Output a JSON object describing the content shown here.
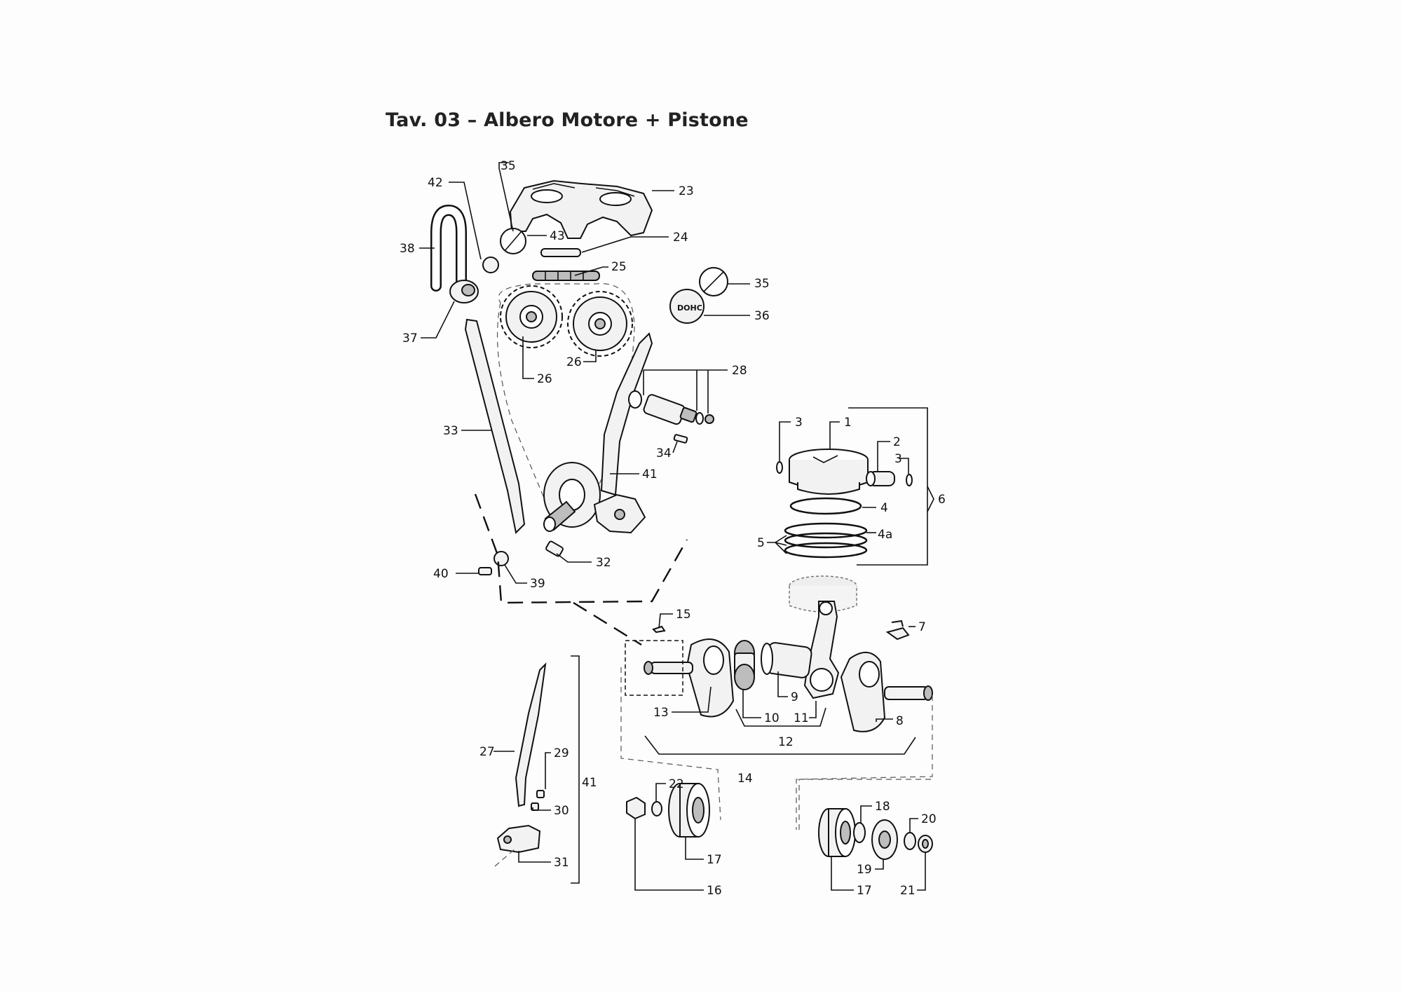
{
  "title": "Tav. 03 – Albero Motore + Pistone",
  "labels": [
    "1",
    "2",
    "3",
    "3",
    "4",
    "4a",
    "5",
    "6",
    "7",
    "8",
    "9",
    "10",
    "11",
    "12",
    "13",
    "14",
    "15",
    "16",
    "17",
    "17",
    "18",
    "19",
    "20",
    "21",
    "22",
    "23",
    "24",
    "25",
    "26",
    "26",
    "27",
    "28",
    "29",
    "30",
    "31",
    "32",
    "33",
    "34",
    "35",
    "35",
    "36",
    "37",
    "38",
    "39",
    "40",
    "41",
    "41",
    "42",
    "43"
  ],
  "cap_text": "DOHC"
}
